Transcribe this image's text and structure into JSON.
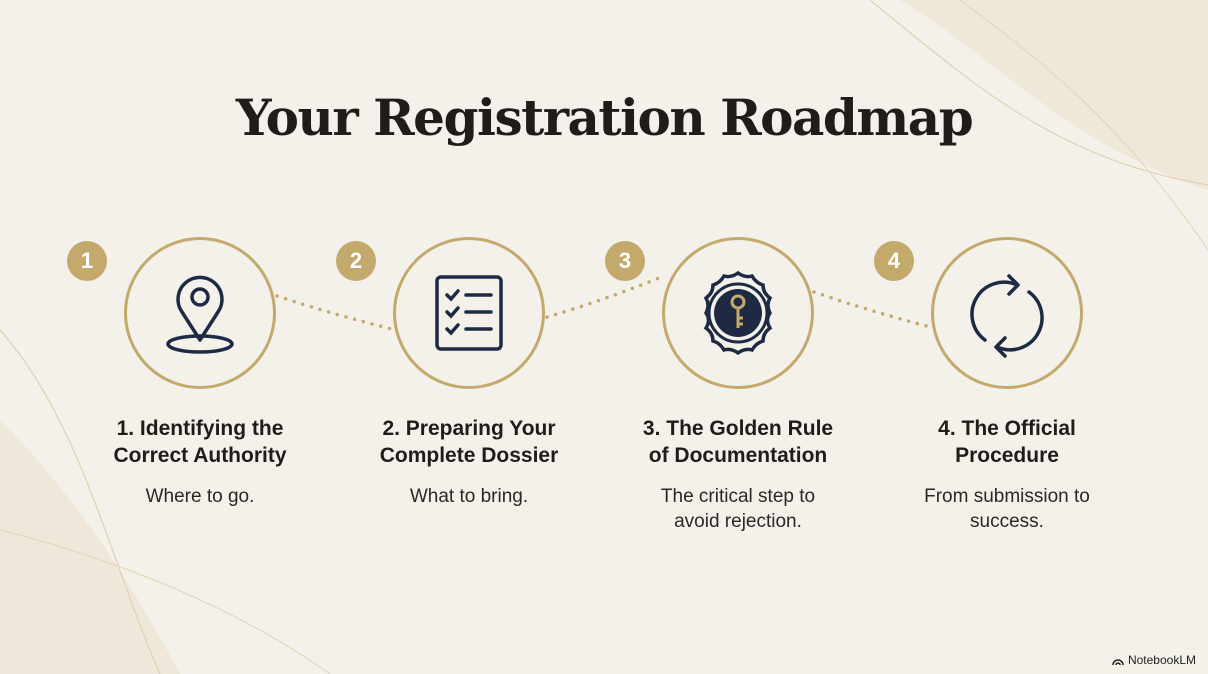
{
  "title": "Your Registration Roadmap",
  "steps": [
    {
      "number": "1",
      "title_line1": "1. Identifying the",
      "title_line2": "Correct Authority",
      "desc_line1": "Where to go.",
      "desc_line2": "",
      "icon": "map-pin-icon"
    },
    {
      "number": "2",
      "title_line1": "2. Preparing Your",
      "title_line2": "Complete Dossier",
      "desc_line1": "What to bring.",
      "desc_line2": "",
      "icon": "checklist-icon"
    },
    {
      "number": "3",
      "title_line1": "3. The Golden Rule",
      "title_line2": "of Documentation",
      "desc_line1": "The critical step to",
      "desc_line2": "avoid rejection.",
      "icon": "key-seal-icon"
    },
    {
      "number": "4",
      "title_line1": "4. The Official",
      "title_line2": "Procedure",
      "desc_line1": "From submission to",
      "desc_line2": "success.",
      "icon": "refresh-cycle-icon"
    }
  ],
  "brand": "NotebookLM",
  "colors": {
    "gold": "#c4a96c",
    "navy": "#1e2a44",
    "background": "#f3f1ea"
  }
}
